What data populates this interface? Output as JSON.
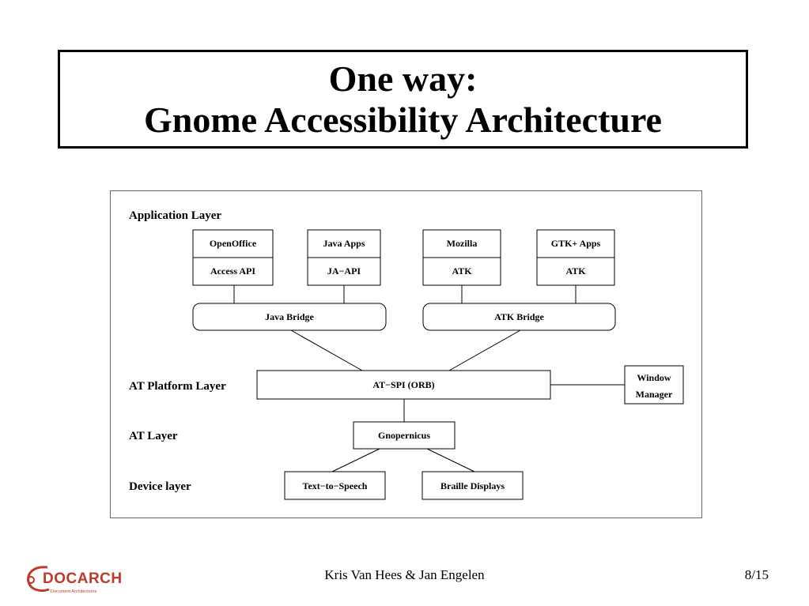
{
  "slide": {
    "title_line1": "One way:",
    "title_line2": "Gnome Accessibility Architecture"
  },
  "diagram": {
    "layers": {
      "application": "Application Layer",
      "at_platform": "AT Platform Layer",
      "at": "AT Layer",
      "device": "Device layer"
    },
    "apps": [
      {
        "name": "OpenOffice",
        "api": "Access API"
      },
      {
        "name": "Java Apps",
        "api": "JA−API"
      },
      {
        "name": "Mozilla",
        "api": "ATK"
      },
      {
        "name": "GTK+ Apps",
        "api": "ATK"
      }
    ],
    "bridges": {
      "java": "Java Bridge",
      "atk": "ATK Bridge"
    },
    "at_spi": "AT−SPI (ORB)",
    "window_manager": {
      "line1": "Window",
      "line2": "Manager"
    },
    "gnopernicus": "Gnopernicus",
    "devices": {
      "tts": "Text−to−Speech",
      "braille": "Braille Displays"
    }
  },
  "footer": {
    "authors": "Kris Van Hees & Jan Engelen",
    "page": "8/15",
    "logo_text": "DOCARCH",
    "logo_subtext": "Document Architectures",
    "logo_color": "#c0392b"
  }
}
